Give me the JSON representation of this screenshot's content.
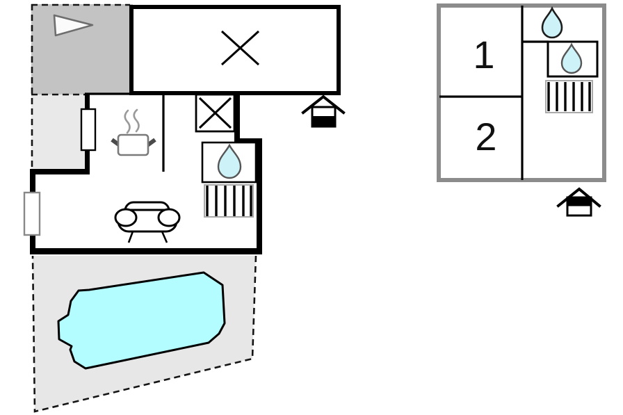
{
  "page": {
    "type": "vacation-home floor plan diagram",
    "background": "#ffffff"
  },
  "colors": {
    "wall": "#000000",
    "upper-plan-border": "#8c8c8c",
    "terrace-fill": "#c3c3c3",
    "patio-fill": "#e9e9e9",
    "garden-fill": "#e7e7e7",
    "pool-fill": "#b3fcff",
    "water-drop-fill": "#cdf3f8",
    "icon-gray": "#7a7a7a",
    "steam-gray": "#9a9a9a",
    "stairs-border": "#aaaaaa",
    "window-border": "#888888"
  },
  "ground_floor": {
    "name": "ground floor plan",
    "icons": [
      "terrace-arrow-icon",
      "crossed-room-icon",
      "crossed-box-icon",
      "entrance-house-icon (lower half black)",
      "stove-with-steam-icon",
      "sink-water-drop-icon",
      "stairs-icon",
      "sofa-icon",
      "window-symbols",
      "swimming-pool"
    ]
  },
  "upper_floor": {
    "name": "upper floor plan",
    "rooms": [
      {
        "number": "1"
      },
      {
        "number": "2"
      }
    ],
    "icons": [
      "water-drop-icon",
      "sink-water-drop-box-icon",
      "stairs-icon",
      "entrance-house-icon (upper half black)"
    ]
  }
}
